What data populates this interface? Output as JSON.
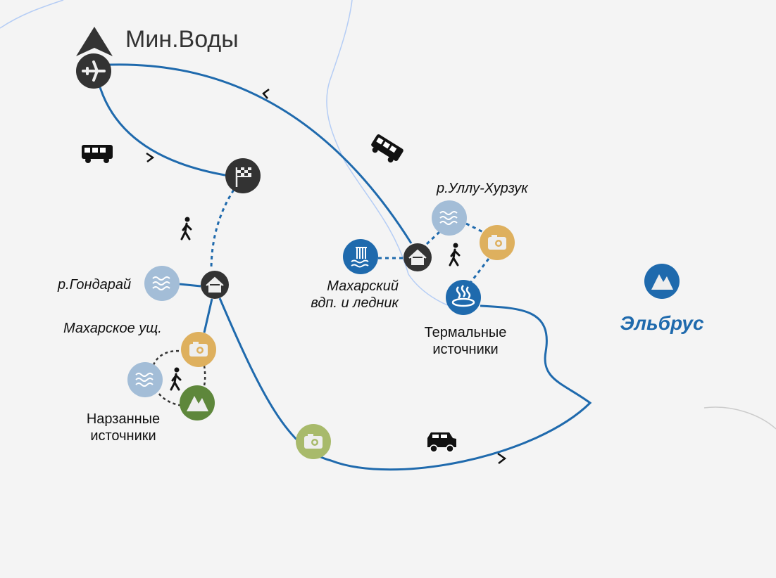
{
  "title": "Мин.Воды",
  "labels": {
    "gondaray": "р.Гондарай",
    "makharskoe": "Махарское ущ.",
    "narzan_1": "Нарзанные",
    "narzan_2": "источники",
    "makharsky_1": "Махарский",
    "makharsky_2": "вдп. и ледник",
    "ullu": "р.Уллу-Хурзук",
    "thermal_1": "Термальные",
    "thermal_2": "источники",
    "elbrus": "Эльбрус"
  },
  "colors": {
    "route": "#1f6aad",
    "dark": "#333333",
    "water": "#a3bdd7",
    "photo": "#deb05e",
    "mountain": "#5e873b",
    "photo_green": "#a8ba6b",
    "elbrus": "#1f6aad"
  }
}
